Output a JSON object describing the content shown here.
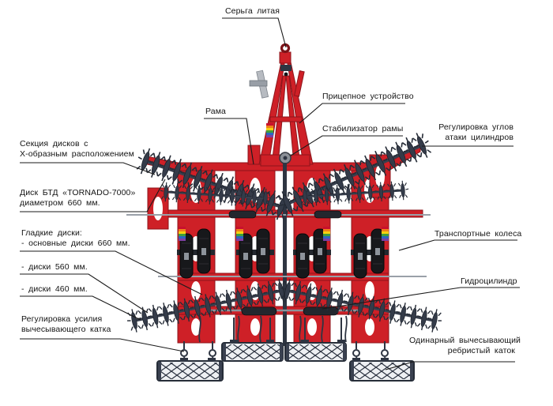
{
  "labels": {
    "serga": {
      "text": "Серьга литая"
    },
    "pricepnoe": {
      "text": "Прицепное устройство"
    },
    "rama": {
      "text": "Рама"
    },
    "stabilizator": {
      "text": "Стабилизатор рамы"
    },
    "reg_uglov": {
      "line1": "Регулировка углов",
      "line2": "атаки цилиндров"
    },
    "sekciya": {
      "line1": "Секция дисков с",
      "line2": "Х-образным расположением"
    },
    "disk_btd": {
      "line1": "Диск БТД «TORNADO-7000»",
      "line2": "диаметром 660 мм."
    },
    "gladkie": {
      "line1": "Гладкие диски:",
      "line2": "- основные диски 660 мм."
    },
    "diski560": {
      "text": "- диски 560 мм."
    },
    "diski460": {
      "text": "- диски 460 мм."
    },
    "reg_usiliya": {
      "line1": "Регулировка усилия",
      "line2": "вычесывающего катка"
    },
    "kolesa": {
      "text": "Транспортные колеса"
    },
    "gidrocilindr": {
      "text": "Гидроцилиндр"
    },
    "katok": {
      "line1": "Одинарный вычесывающий",
      "line2": "ребристый каток"
    }
  },
  "colors": {
    "frame_red": "#ce2027",
    "frame_red_dark": "#8d151b",
    "steel_dark": "#2e3542",
    "tire_black": "#17181b",
    "roller_light": "#eef0f3",
    "leader_line": "#1a1a1a"
  }
}
